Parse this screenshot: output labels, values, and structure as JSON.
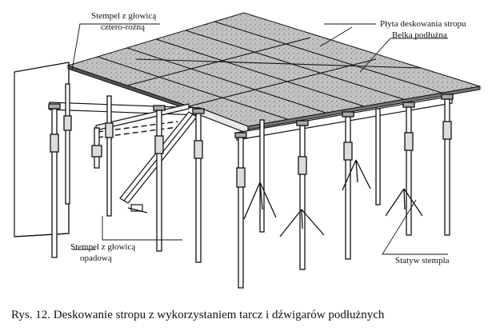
{
  "labels": {
    "stempel_czteror_line1": "Stempel z głowicą",
    "stempel_czteror_line2": "cztero-rożną",
    "plyta": "Płyta deskowania stropu",
    "belka": "Belka podłużna",
    "stempel_opadowa_line1": "Stempel z głowicą",
    "stempel_opadowa_line2": "opadową",
    "statyw": "Statyw stempla"
  },
  "caption": "Rys. 12. Deskowanie stropu z wykorzystaniem tarcz i dźwigarów podłużnych",
  "colors": {
    "ink": "#111111",
    "panel_fill": "#bdbdbd",
    "panel_speckle": "#7a7a7a",
    "background": "#ffffff"
  }
}
